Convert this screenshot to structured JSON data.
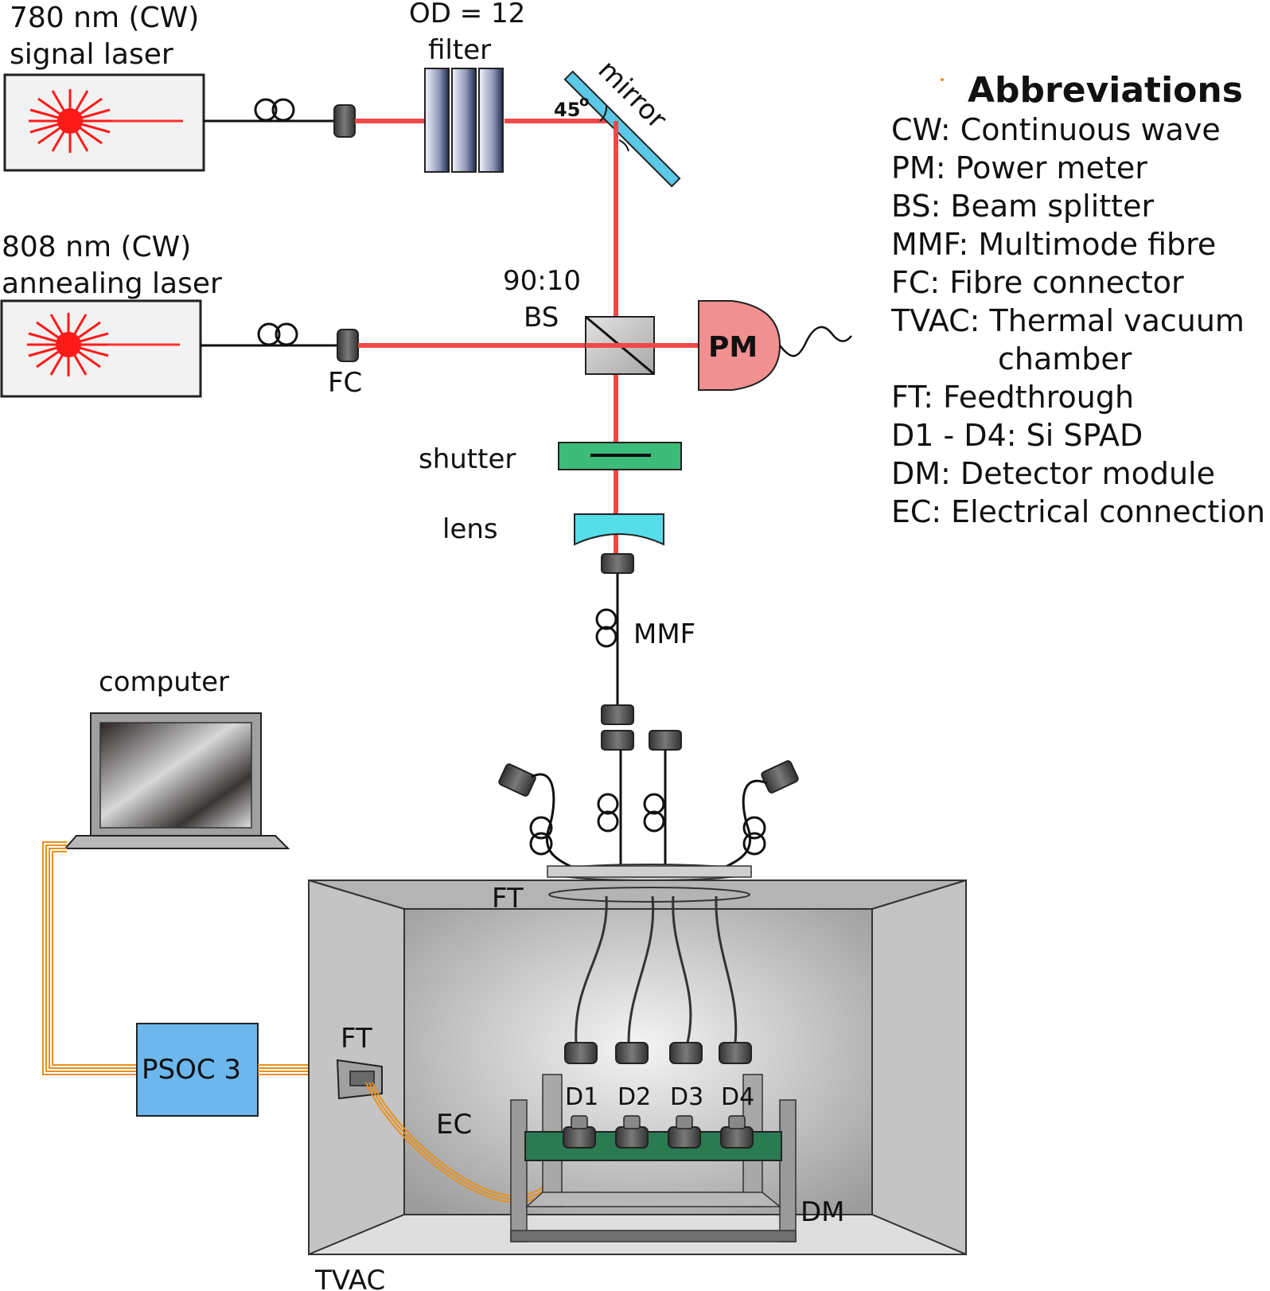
{
  "lasers": {
    "signal": {
      "line1": "780 nm (CW)",
      "line2": "signal laser"
    },
    "annealing": {
      "line1": "808 nm (CW)",
      "line2": "annealing laser"
    }
  },
  "filter": {
    "line1": "OD = 12",
    "line2": "filter"
  },
  "mirror": {
    "label": "mirror",
    "angle": "45",
    "degree": "o"
  },
  "beam_splitter": {
    "line1": "90:10",
    "line2": "BS"
  },
  "labels": {
    "fc": "FC",
    "pm": "PM",
    "shutter": "shutter",
    "lens": "lens",
    "mmf": "MMF",
    "computer": "computer",
    "psoc": "PSOC 3",
    "ft_top": "FT",
    "ft_side": "FT",
    "ec": "EC",
    "dm": "DM",
    "tvac": "TVAC",
    "detectors": [
      "D1",
      "D2",
      "D3",
      "D4"
    ]
  },
  "abbreviations": {
    "title": "Abbreviations",
    "items": [
      "CW:  Continuous wave",
      "PM: Power meter",
      "BS: Beam splitter",
      "MMF: Multimode fibre",
      "FC: Fibre connector",
      "TVAC: Thermal vacuum",
      "chamber",
      "FT:  Feedthrough",
      "D1 - D4: Si SPAD",
      "DM: Detector module",
      "EC: Electrical connection"
    ]
  },
  "colors": {
    "beam": "#f04848",
    "power_meter": "#f09090",
    "shutter": "#3dbb78",
    "lens": "#55dde8",
    "mirror": "#5ac8e6",
    "psoc": "#6bb7ee",
    "pcb": "#2a7a52",
    "cable": "#e8901c"
  }
}
